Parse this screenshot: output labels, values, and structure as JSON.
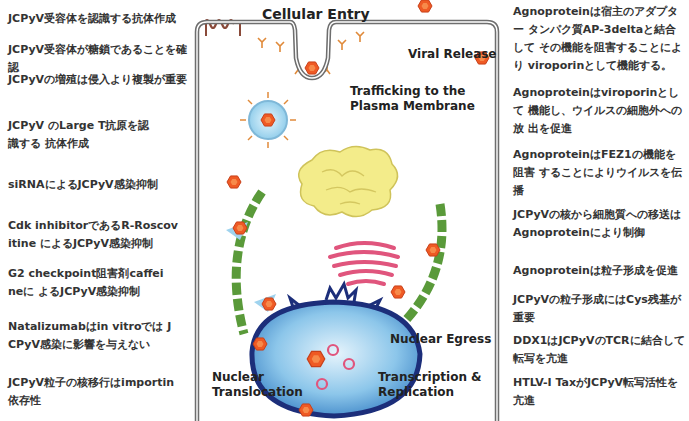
{
  "diagram": {
    "nodes": [
      {
        "text": [
          "Cellular Entry",
          "Viral Release",
          "Trafficking to the Plasma Membrane",
          "Nuclear Egress",
          "Nuclear Translocation",
          "Transcription & Replication"
        ]
      }
    ],
    "labels": [
      "JCPyV受容体を認識する抗体作成",
      "JCPyV受容体が糖鎖であることを確認",
      "JCPyVの増殖は侵入より複製が重要",
      "JCPyV のLarge T抗原を認識する 抗体作成",
      "siRNAによるJCPyV感染抑制",
      "Cdk inhibitorであるR-Roscovitine によるJCPyV感染抑制",
      "G2 checkpoint阻害剤caffeineに よるJCPyV感染抑制",
      "Natalizumabはin vitroでは JCPyV感染に影響を与えない",
      "JCPyV粒子の核移行はimportin 依存性",
      "Agnoproteinは宿主のアダプター タンパク質AP-3deltaと結合して その機能を阻害することにより viroporinとして機能する。",
      "Agnoproteinはviroporinとして 機能し、ウイルスの細胞外への放 出を促進",
      "AgnoproteinはFEZ1の機能を阻害 することによりウイルスを伝播",
      "JCPyVの核から細胞質への移送は Agnoproteinにより制御",
      "Agnoproteinは粒子形成を促進",
      "JCPyVの粒子形成にはCys残基が 重要",
      "DDX1はJCPyVのTCRに結合して 転写を亢進",
      "HTLV-I TaxがJCPyV転写活性を 亢進"
    ]
  }
}
